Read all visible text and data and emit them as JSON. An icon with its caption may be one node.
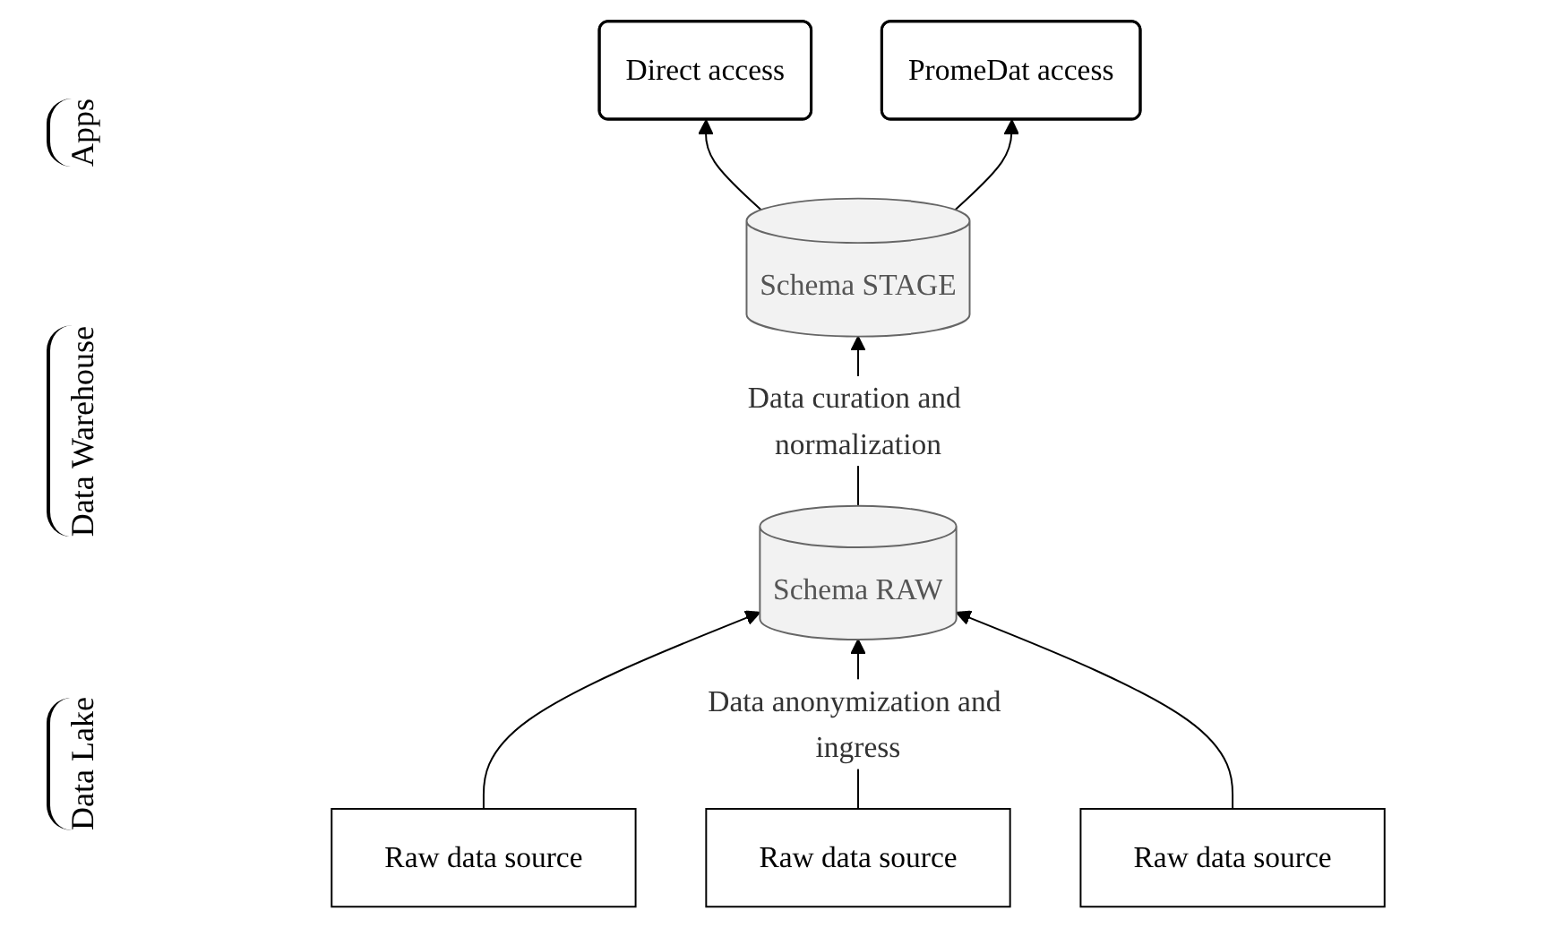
{
  "diagram": {
    "nodes": [
      {
        "text": [
          "Direct access"
        ]
      },
      {
        "text": [
          "PromeDat access"
        ]
      },
      {
        "text": [
          "Schema STAGE"
        ]
      },
      {
        "text": [
          "Schema RAW"
        ]
      },
      {
        "text": [
          "Raw data source"
        ]
      },
      {
        "text": [
          "Raw data source"
        ]
      },
      {
        "text": [
          "Raw data source"
        ]
      }
    ],
    "edges": [
      {
        "from": 2,
        "to": 0,
        "arrow": "to"
      },
      {
        "from": 2,
        "to": 1,
        "arrow": "to"
      },
      {
        "from": 3,
        "to": 2,
        "arrow": "to",
        "label": "Data curation and normalization"
      },
      {
        "from": 4,
        "to": 3,
        "arrow": "to"
      },
      {
        "from": 5,
        "to": 3,
        "arrow": "to",
        "label": "Data anonymization and ingress"
      },
      {
        "from": 6,
        "to": 3,
        "arrow": "to"
      }
    ],
    "labels": [
      "Apps",
      "Data Warehouse",
      "Data Lake"
    ]
  }
}
